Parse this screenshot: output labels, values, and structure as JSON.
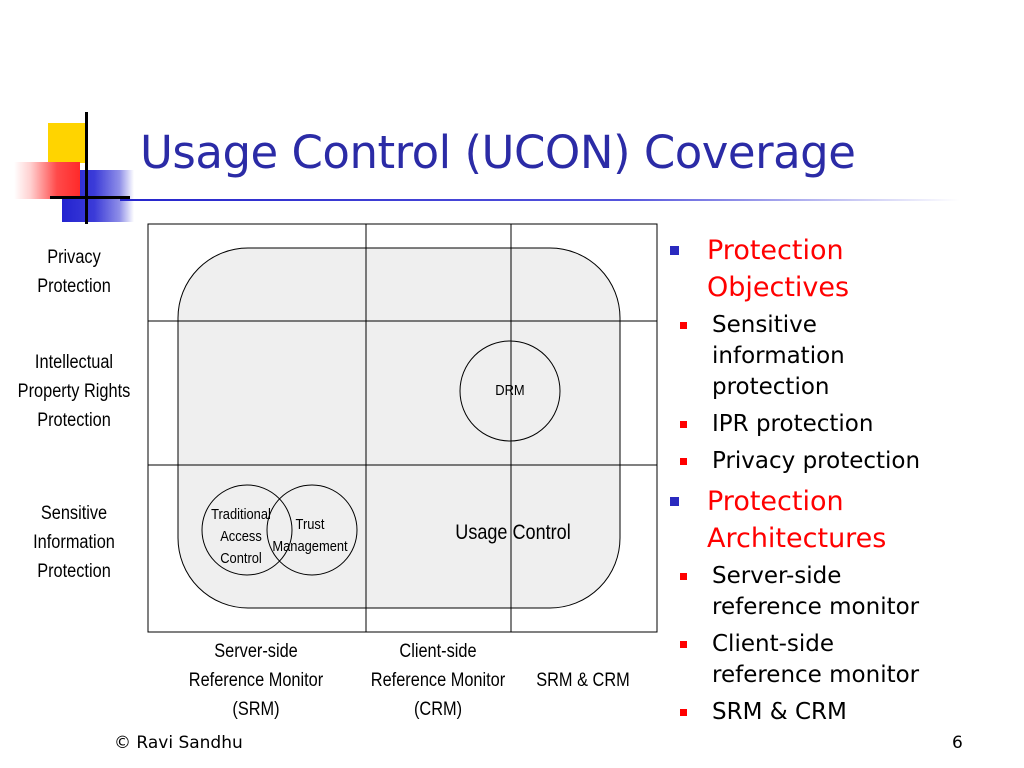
{
  "slide": {
    "title": "Usage Control (UCON) Coverage"
  },
  "diagram": {
    "rows": [
      {
        "lines": [
          "Privacy",
          "Protection"
        ]
      },
      {
        "lines": [
          "Intellectual",
          "Property Rights",
          "Protection"
        ]
      },
      {
        "lines": [
          "Sensitive",
          "Information",
          "Protection"
        ]
      }
    ],
    "columns": [
      {
        "lines": [
          "Server-side",
          "Reference Monitor",
          "(SRM)"
        ]
      },
      {
        "lines": [
          "Client-side",
          "Reference Monitor",
          "(CRM)"
        ]
      },
      {
        "lines": [
          "SRM & CRM"
        ]
      }
    ],
    "regions": {
      "usage_control": "Usage Control",
      "drm": "DRM",
      "tac": [
        "Traditional",
        "Access",
        "Control"
      ],
      "trust": [
        "Trust",
        "Management"
      ]
    },
    "colors": {
      "region_fill": "#efefef",
      "line": "#000000"
    }
  },
  "bullets": [
    {
      "lines": [
        "Protection",
        "Objectives"
      ],
      "items": [
        [
          "Sensitive",
          "information",
          "protection"
        ],
        [
          "IPR protection"
        ],
        [
          "Privacy protection"
        ]
      ]
    },
    {
      "lines": [
        "Protection",
        "Architectures"
      ],
      "items": [
        [
          "Server-side",
          "reference monitor"
        ],
        [
          "Client-side",
          "reference monitor"
        ],
        [
          "SRM & CRM"
        ]
      ]
    }
  ],
  "footer": {
    "author": "© Ravi Sandhu",
    "page": "6"
  },
  "colors": {
    "title": "#2b2ba6",
    "bullet_level1_text": "#ff0000",
    "bullet_level1_marker": "#2a2abf",
    "bullet_level2_marker": "#ff0000"
  }
}
